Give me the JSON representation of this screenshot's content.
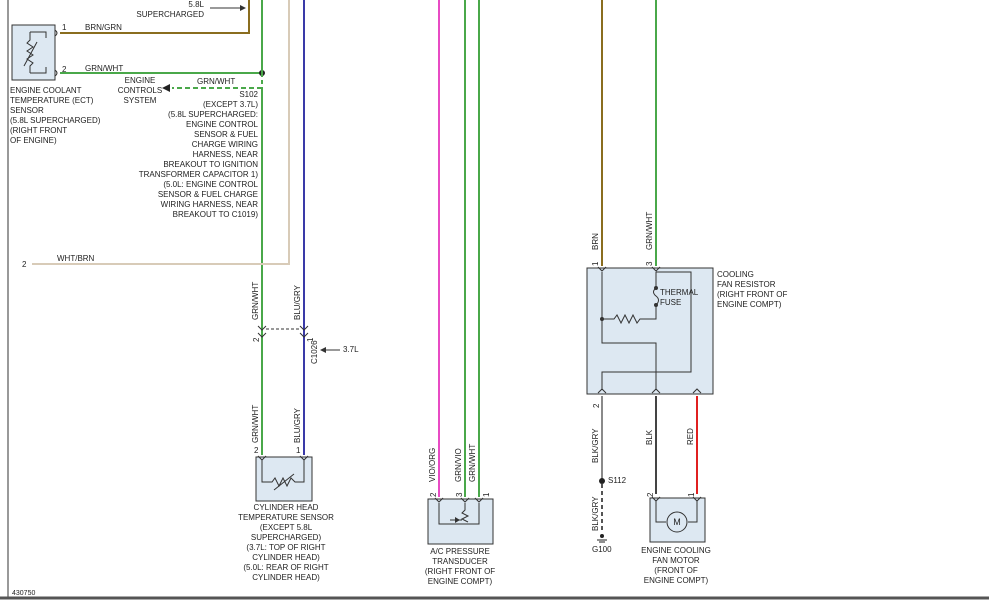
{
  "top_note": "5.8L\nSUPERCHARGED",
  "ect": {
    "title": "ENGINE COOLANT\nTEMPERATURE (ECT)\nSENSOR\n(5.8L SUPERCHARGED)\n(RIGHT FRONT\nOF ENGINE)",
    "pin1": "1",
    "pin2": "2",
    "wire1": "BRN/GRN",
    "wire2": "GRN/WHT"
  },
  "ecs": {
    "label": "ENGINE\nCONTROLS\nSYSTEM",
    "wire": "GRN/WHT"
  },
  "splice_s102": "S102\n(EXCEPT 3.7L)\n(5.8L SUPERCHARGED:\nENGINE CONTROL\nSENSOR & FUEL\nCHARGE WIRING\nHARNESS, NEAR\nBREAKOUT TO IGNITION\nTRANSFORMER CAPACITOR 1)\n(5.0L: ENGINE CONTROL\nSENSOR & FUEL CHARGE\nWIRING HARNESS, NEAR\nBREAKOUT TO C1019)",
  "whtbrn": {
    "pin": "2",
    "wire": "WHT/BRN"
  },
  "c1026": {
    "name": "C1026",
    "note": "3.7L",
    "wire_left": "GRN/WHT",
    "wire_right": "BLU/GRY",
    "pin_left": "2",
    "pin_right": "1"
  },
  "chts": {
    "wire_left": "GRN/WHT",
    "wire_right": "BLU/GRY",
    "pin_left": "2",
    "pin_right": "1",
    "title": "CYLINDER HEAD\nTEMPERATURE SENSOR\n(EXCEPT 5.8L\nSUPERCHARGED)\n(3.7L: TOP OF RIGHT\nCYLINDER HEAD)\n(5.0L: REAR OF RIGHT\nCYLINDER HEAD)"
  },
  "acpt": {
    "wires": [
      "VIO/ORG",
      "GRN/VIO",
      "GRN/WHT"
    ],
    "pins": [
      "2",
      "3",
      "1"
    ],
    "title": "A/C PRESSURE\nTRANSDUCER\n(RIGHT FRONT OF\nENGINE COMPT)"
  },
  "resistor": {
    "wire_left": "BRN",
    "wire_right": "GRN/WHT",
    "pin_left": "1",
    "pin_right": "3",
    "fuse": "THERMAL\nFUSE",
    "title": "COOLING\nFAN RESISTOR\n(RIGHT FRONT OF\nENGINE COMPT)",
    "pin_bottom": "2"
  },
  "ground": {
    "wire_a": "BLK/GRY",
    "wire_b": "BLK/GRY",
    "splice": "S112",
    "ground": "G100"
  },
  "fan": {
    "wire_left": "BLK",
    "wire_right": "RED",
    "pin_left": "2",
    "pin_right": "1",
    "motor": "M",
    "title": "ENGINE COOLING\nFAN MOTOR\n(FRONT OF\nENGINE COMPT)"
  },
  "figure_id": "430750",
  "colors": {
    "brn": "#8a6d1f",
    "grn": "#4aa84a",
    "blu": "#3a3aa8",
    "tan": "#d8cbb8",
    "pink": "#e84bc4",
    "red": "#e02020",
    "gray": "#8a8a8a",
    "blk": "#444444",
    "box_fill": "#dde8f2",
    "line": "#333333"
  }
}
